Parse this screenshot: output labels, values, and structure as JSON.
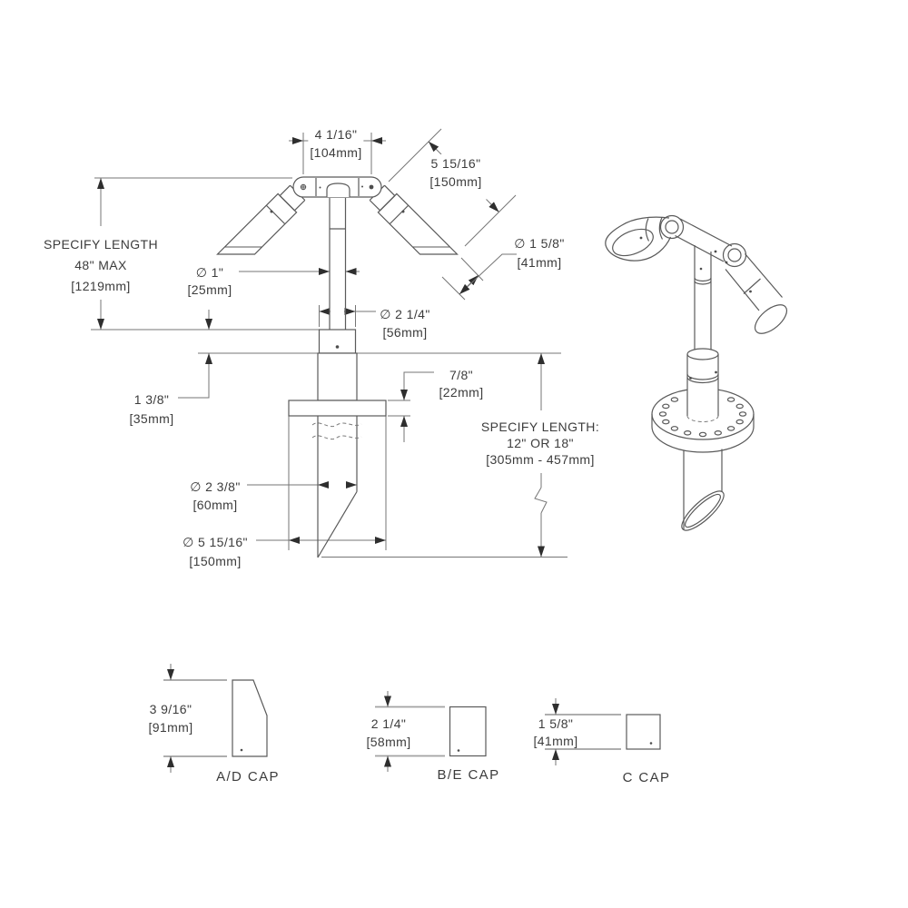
{
  "drawing_type": "technical-dimension-drawing",
  "front_view": {
    "dims": {
      "head_spacing": {
        "in": "4 1/16\"",
        "mm": "[104mm]"
      },
      "head_length": {
        "in": "5 15/16\"",
        "mm": "[150mm]"
      },
      "head_diameter": {
        "in": "∅ 1 5/8\"",
        "mm": "[41mm]"
      },
      "pole_length": {
        "l1": "SPECIFY LENGTH",
        "l2": "48\" MAX",
        "l3": "[1219mm]"
      },
      "pole_diameter": {
        "in": "∅ 1\"",
        "mm": "[25mm]"
      },
      "coupler_diameter": {
        "in": "∅ 2 1/4\"",
        "mm": "[56mm]"
      },
      "flange_thickness": {
        "in": "7/8\"",
        "mm": "[22mm]"
      },
      "coupler_height": {
        "in": "1 3/8\"",
        "mm": "[35mm]"
      },
      "stake_length": {
        "l1": "SPECIFY LENGTH:",
        "l2": "12\" OR 18\"",
        "l3": "[305mm - 457mm]"
      },
      "stake_diameter": {
        "in": "∅ 2 3/8\"",
        "mm": "[60mm]"
      },
      "flange_diameter": {
        "in": "∅ 5 15/16\"",
        "mm": "[150mm]"
      }
    }
  },
  "cap_details": {
    "ad": {
      "height_in": "3 9/16\"",
      "height_mm": "[91mm]",
      "label": "A/D CAP"
    },
    "be": {
      "height_in": "2 1/4\"",
      "height_mm": "[58mm]",
      "label": "B/E CAP"
    },
    "c": {
      "height_in": "1 5/8\"",
      "height_mm": "[41mm]",
      "label": "C CAP"
    }
  },
  "colors": {
    "part_line": "#5a5a5a",
    "dim_line": "#757575",
    "text": "#3c3c3c",
    "background": "#ffffff"
  }
}
